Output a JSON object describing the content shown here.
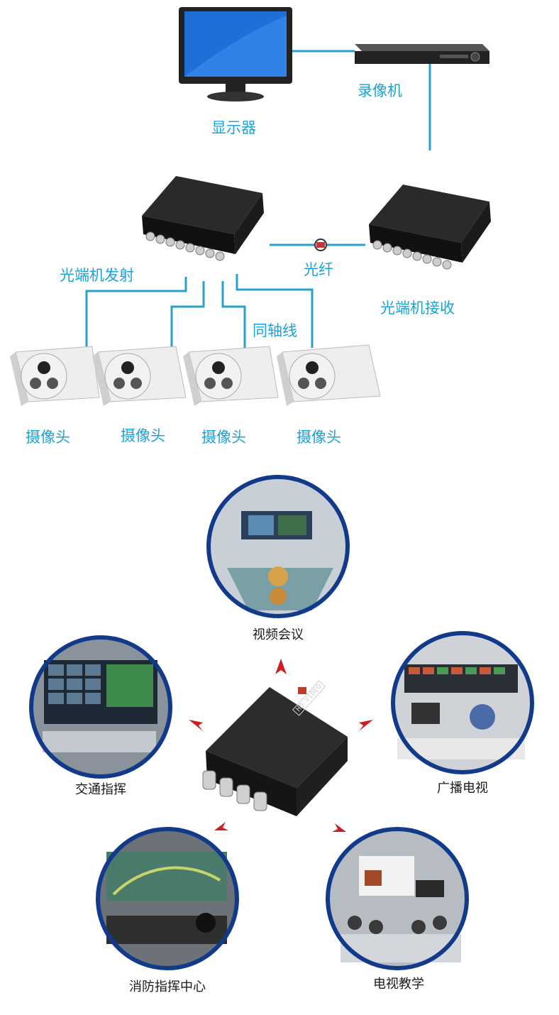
{
  "topology": {
    "monitor_label": "显示器",
    "dvr_label": "录像机",
    "transmitter_label": "光端机发射",
    "receiver_label": "光端机接收",
    "fiber_label": "光纤",
    "coax_label": "同轴线",
    "camera_labels": [
      "摄像头",
      "摄像头",
      "摄像头",
      "摄像头"
    ],
    "line_color": "#2aa0c8"
  },
  "applications": {
    "center_device_badge": "HD VIDEO",
    "items": [
      {
        "label": "视频会议"
      },
      {
        "label": "交通指挥"
      },
      {
        "label": "广播电视"
      },
      {
        "label": "消防指挥中心"
      },
      {
        "label": "电视教学"
      }
    ],
    "arrow_color": "#cc1f1f",
    "ring_color": "#123a8a"
  }
}
